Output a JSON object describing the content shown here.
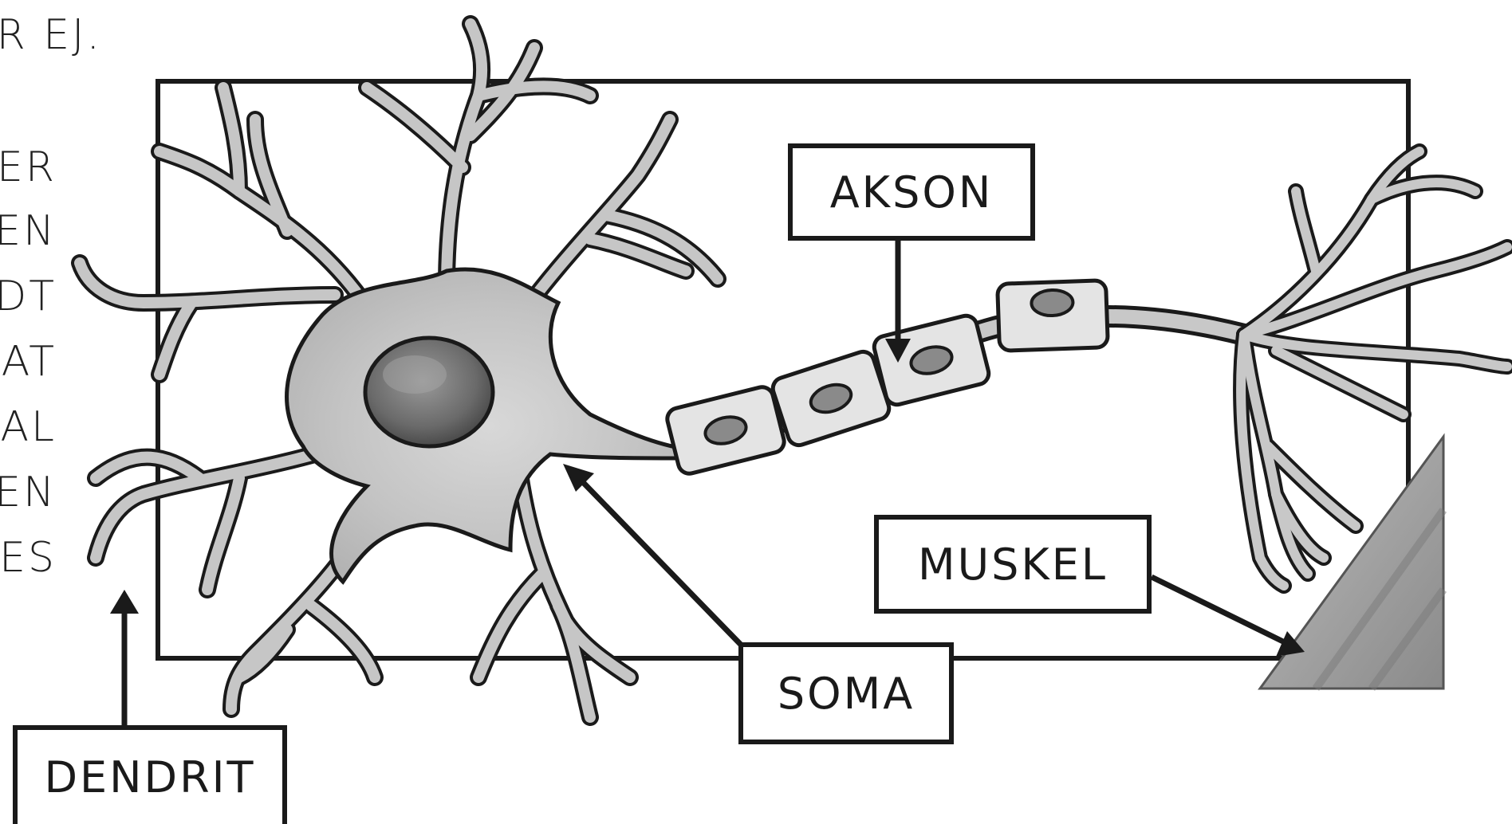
{
  "cropped_heading": "R EJ.",
  "cropped_side_lines": [
    "ER",
    "EN",
    "DT",
    "AT",
    "AL",
    "EN",
    "ES"
  ],
  "labels": {
    "akson": "AKSON",
    "muskel": "MUSKEL",
    "soma": "SOMA",
    "dendrit": "DENDRIT"
  },
  "colors": {
    "outline": "#1a1a1a",
    "cell_fill": "#c8c8c8",
    "nucleus": "#6e6e6e",
    "muscle": "#9a9a9a"
  }
}
